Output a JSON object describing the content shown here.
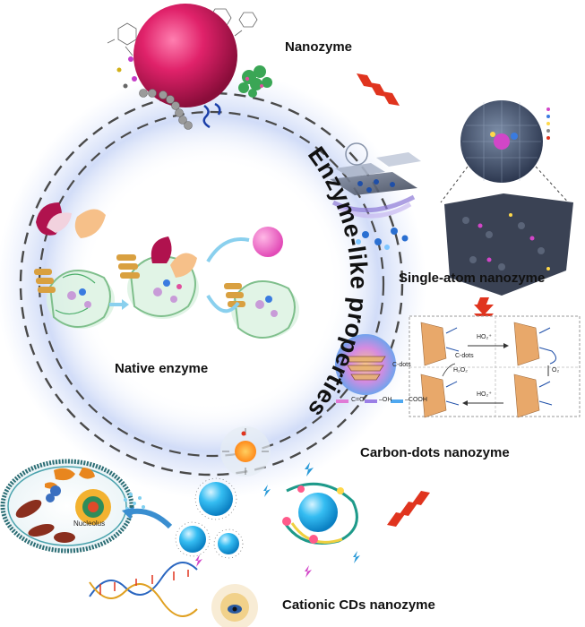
{
  "labels": {
    "nanozyme": "Nanozyme",
    "single_atom": "Single-atom nanozyme",
    "native_enzyme": "Native enzyme",
    "carbon_dots": "Carbon-dots nanozyme",
    "cationic_cds": "Cationic CDs nanozyme",
    "arc_title": "Enzyme-like properties"
  },
  "small_text": {
    "nucleolus": "Nucleolus",
    "cdots_blob": "C-dots",
    "cdots_panel": "C-dots",
    "ho2_a": "HO₂⁺",
    "ho2_b": "HO₂⁺",
    "h2o2": "H₂O₂",
    "o2": "O₂",
    "legend_co": "C=O",
    "legend_oh": "–OH",
    "legend_cooh": "–COOH"
  },
  "colors": {
    "magenta_sphere": "#e0226a",
    "halo": "#c7d4f5",
    "dashed_ring": "#4a4a4a",
    "arrow_red": "#e0341e",
    "cyan_particle": "#2ab6ee",
    "arc_text": "#111111"
  }
}
